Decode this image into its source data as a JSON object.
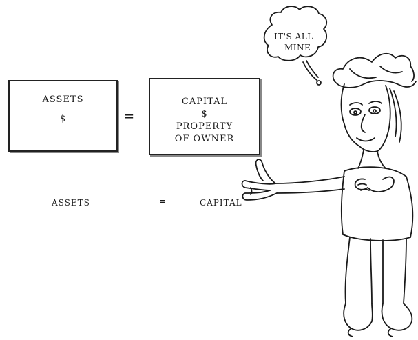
{
  "left_box": {
    "title": "ASSETS",
    "dollar": "$"
  },
  "top_equals": "=",
  "right_box": {
    "title": "CAPITAL",
    "dollar": "$",
    "line1": "PROPERTY",
    "line2": "OF OWNER"
  },
  "bottom_equation": {
    "left": "ASSETS",
    "equals": "=",
    "right": "CAPITAL"
  },
  "speech_bubble": {
    "line1": "IT'S ALL",
    "line2": "MINE"
  },
  "icons": [
    "cartoon-owner-illustration",
    "speech-bubble-icon"
  ],
  "colors": {
    "ink": "#1a1a1a",
    "background": "#ffffff"
  }
}
